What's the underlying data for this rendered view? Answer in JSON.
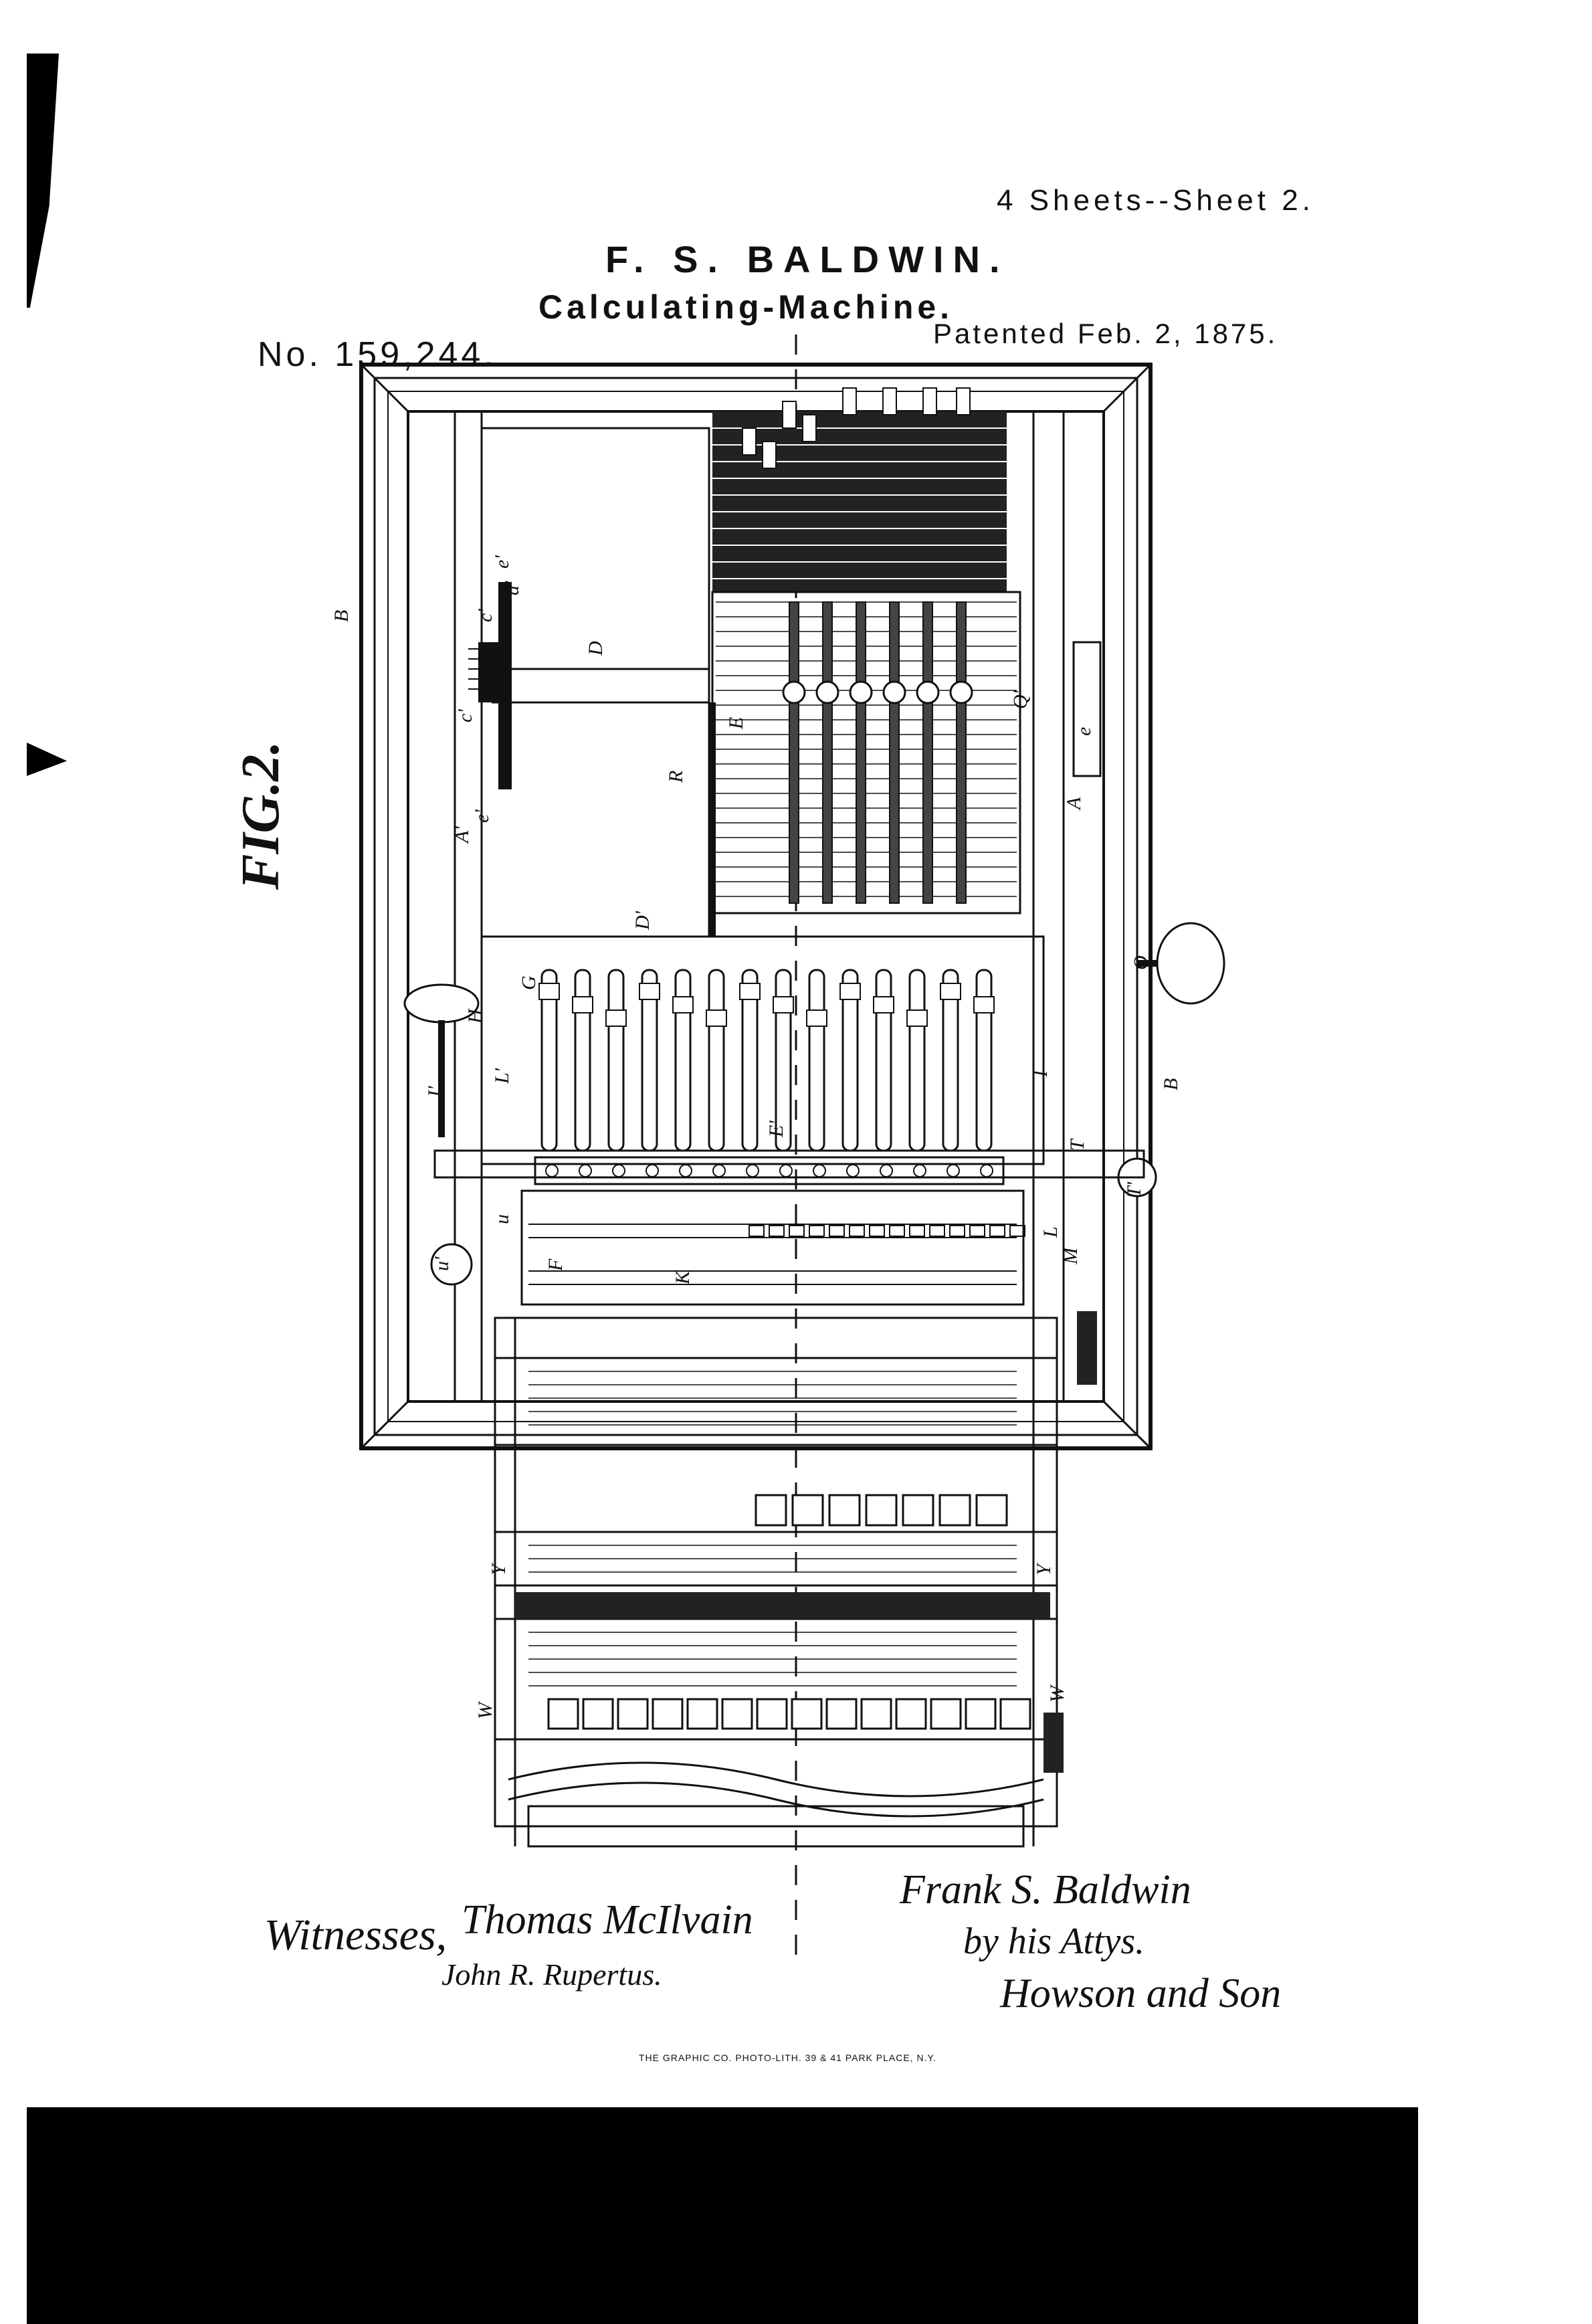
{
  "header": {
    "sheet_info": "4 Sheets--Sheet 2.",
    "inventor": "F. S. BALDWIN.",
    "title": "Calculating-Machine.",
    "patent_number": "No. 159,244.",
    "patent_date": "Patented Feb. 2, 1875."
  },
  "figure": {
    "label": "FIG.2.",
    "letters": [
      "B",
      "e'",
      "d'",
      "c'",
      "c'",
      "e'",
      "D",
      "A'",
      "E",
      "R",
      "D'",
      "Q'",
      "A",
      "e",
      "Q",
      "G",
      "H",
      "I'",
      "L'",
      "E'",
      "I",
      "T",
      "T'",
      "u'",
      "u",
      "F",
      "K",
      "L",
      "M",
      "B",
      "W",
      "W",
      "Y",
      "Y"
    ]
  },
  "signatures": {
    "witnesses_label": "Witnesses,",
    "witness_1": "Thomas McIlvain",
    "witness_2": "John R. Rupertus.",
    "inventor_signature": "Frank S. Baldwin",
    "by_attorneys": "by his Attys.",
    "attorneys": "Howson and Son"
  },
  "footer": {
    "printer": "THE GRAPHIC CO. PHOTO-LITH. 39 & 41 PARK PLACE, N.Y."
  }
}
